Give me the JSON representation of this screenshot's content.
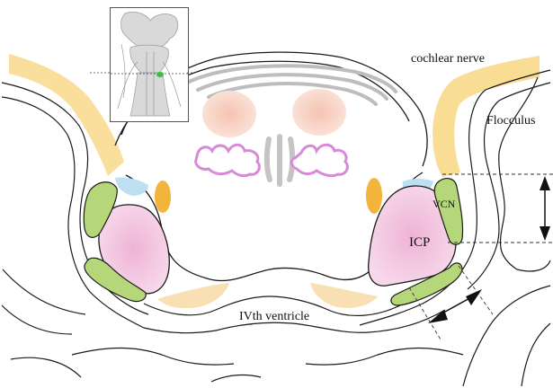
{
  "labels": {
    "cochlear_nerve": "cochlear nerve",
    "flocculus": "Flocculus",
    "vcn": "VCN",
    "icp": "ICP",
    "fourth_ventricle": "IVth ventricle"
  },
  "colors": {
    "cochlear_nerve": "#f8d98a",
    "vcn": "#b5d77a",
    "icp": "#f2c3de",
    "restiform_orange": "#f2b43a",
    "blue_region": "#bcdff2",
    "salmon_nuclei": "#f7d5c8",
    "olive_purple": "#d88ad8",
    "midline_gray": "#bdbdbd",
    "outline": "#1a1a1a",
    "ventricle_orange": "#f8dfb4",
    "inset_marker": "#3bbf3b"
  },
  "icons": {
    "inset": "brainstem-thumbnail",
    "arrow_vertical": "double-headed-arrow",
    "arrow_diagonal": "double-headed-arrow"
  }
}
